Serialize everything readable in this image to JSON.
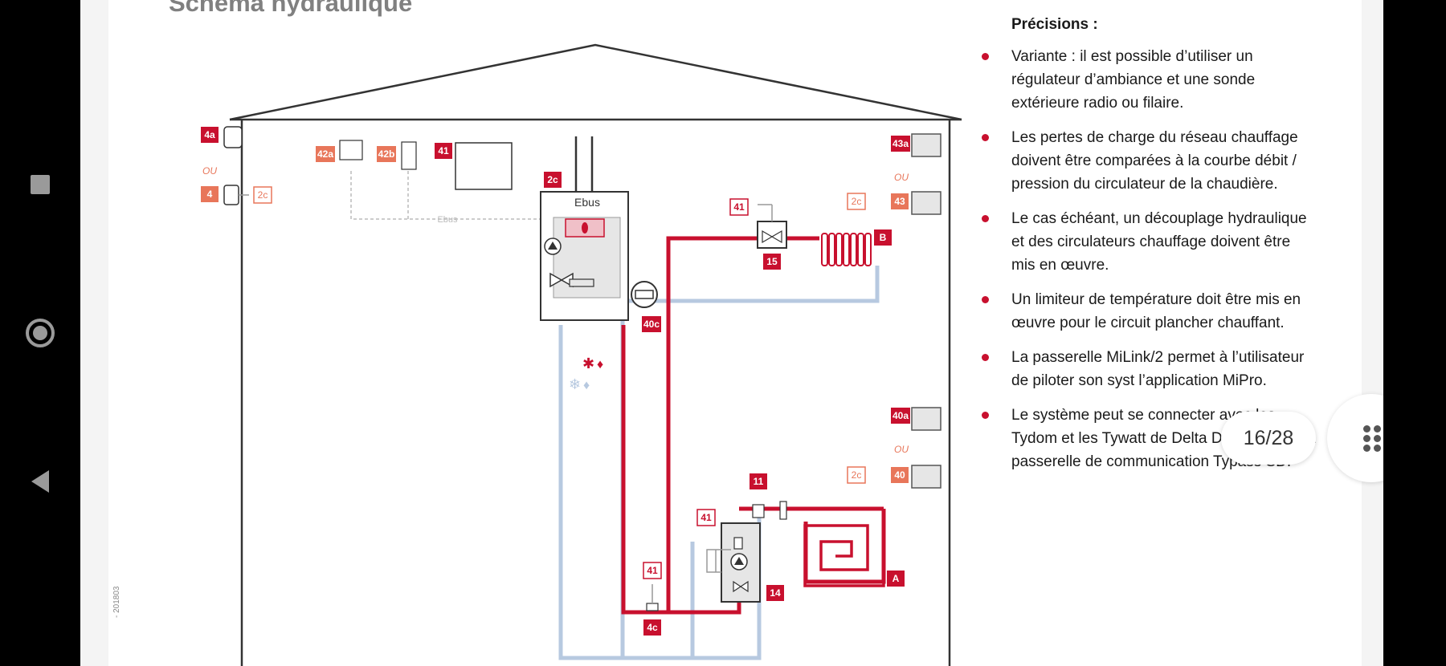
{
  "title": "Schéma hydraulique",
  "reference": "- 201803",
  "precisions": {
    "heading": "Précisions :",
    "items": [
      "Variante : il est possible d’utiliser un régulateur d’ambiance et une sonde extérieure radio ou filaire.",
      "Les pertes de charge du réseau chauffage doivent être comparées à la courbe débit / pression du circulateur de la chaudière.",
      "Le cas échéant, un découplage hydraulique et des circulateurs chauffage doivent être mis en œuvre.",
      "Un limiteur de température doit être mis en œuvre pour le circuit plancher chauffant.",
      "La passerelle MiLink/2 permet à l’utilisateur de piloter son syst l’application MiPro.",
      "Le système peut se connecter avec les Tydom et les Tywatt de Delta Dore grâce à la passerelle de communication Typass SD."
    ]
  },
  "pager": {
    "label": "16/28"
  },
  "diagram": {
    "colors": {
      "red": "#c8102e",
      "salmon": "#e8765a",
      "blue": "#b7c9e0",
      "dark": "#333333"
    },
    "labels": {
      "l4a": "4a",
      "ou1": "OU",
      "l4": "4",
      "l2c_left": "2c",
      "l42a": "42a",
      "l42b": "42b",
      "l41_top": "41",
      "ebus_line": "Ebus",
      "l2c_boiler": "2c",
      "ebus_boiler": "Ebus",
      "l43a": "43a",
      "ou2": "OU",
      "l2c_43": "2c",
      "l43": "43",
      "l41_valve": "41",
      "l15": "15",
      "lB": "B",
      "l40c": "40c",
      "l40a": "40a",
      "ou3": "OU",
      "l2c_40": "2c",
      "l40": "40",
      "l11": "11",
      "l41_mix": "41",
      "lA": "A",
      "l14": "14",
      "l41_bottom": "41",
      "l4c": "4c"
    }
  }
}
